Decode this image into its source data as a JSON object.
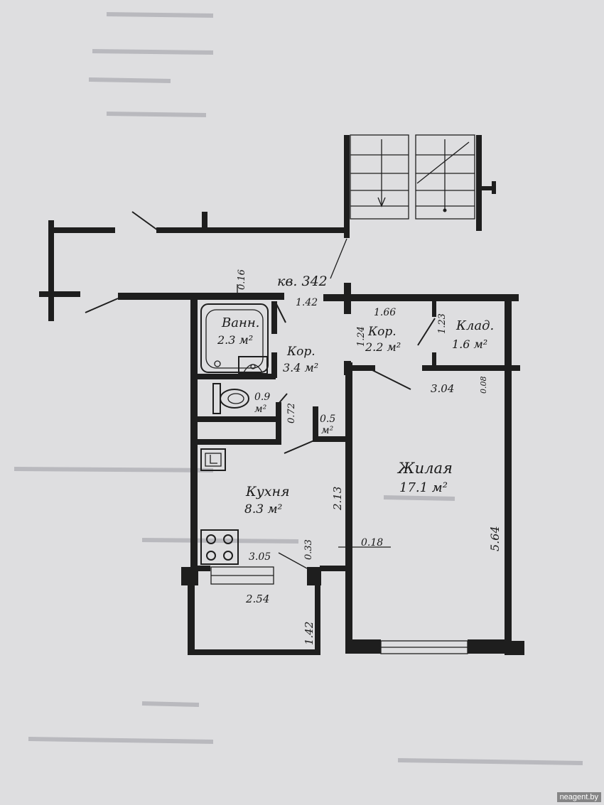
{
  "plan": {
    "apartment_label": "кв. 342",
    "rooms": {
      "bath": {
        "name": "Ванн.",
        "area": "2.3 м²"
      },
      "corridor_main": {
        "name": "Кор.",
        "area": "3.4 м²"
      },
      "corridor_small": {
        "name": "Кор.",
        "area": "2.2 м²"
      },
      "storage": {
        "name": "Клад.",
        "area": "1.6 м²"
      },
      "wc": {
        "area_top": "0.9",
        "area_bottom": "м²"
      },
      "closet": {
        "area_top": "0.5",
        "area_bottom": "м²"
      },
      "kitchen": {
        "name": "Кухня",
        "area": "8.3 м²"
      },
      "living": {
        "name": "Жилая",
        "area": "17.1 м²"
      }
    },
    "dimensions": {
      "d016": "0.16",
      "d142_top": "1.42",
      "d166": "1.66",
      "d124": "1.24",
      "d123": "1.23",
      "d304": "3.04",
      "d008": "0.08",
      "d072": "0.72",
      "d213": "2.13",
      "d564": "5.64",
      "d018": "0.18",
      "d305": "3.05",
      "d033": "0.33",
      "d254": "2.54",
      "d142_bottom": "1.42"
    }
  },
  "watermark": "neagent.by"
}
